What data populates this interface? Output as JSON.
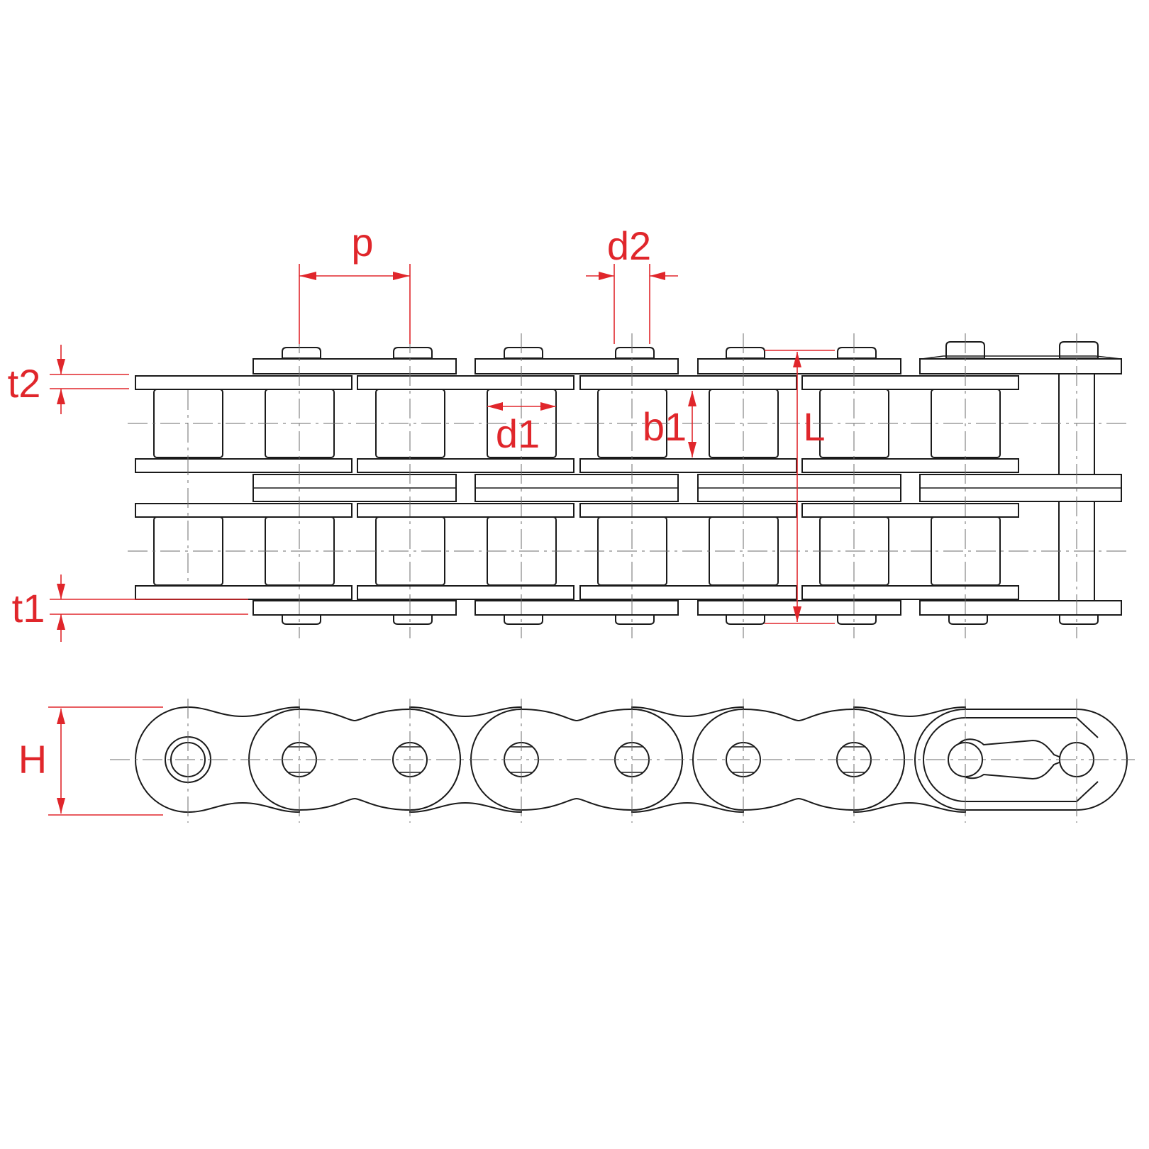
{
  "colors": {
    "dimension": "#e0262b",
    "outline": "#1a1a1a",
    "centerline": "#6b6b6b"
  },
  "dimensions": {
    "pitch": "p",
    "pin_diameter": "d2",
    "roller_diameter": "d1",
    "inner_width": "b1",
    "pin_length": "L",
    "outer_plate_thickness": "t2",
    "inner_plate_thickness": "t1",
    "plate_height": "H"
  }
}
